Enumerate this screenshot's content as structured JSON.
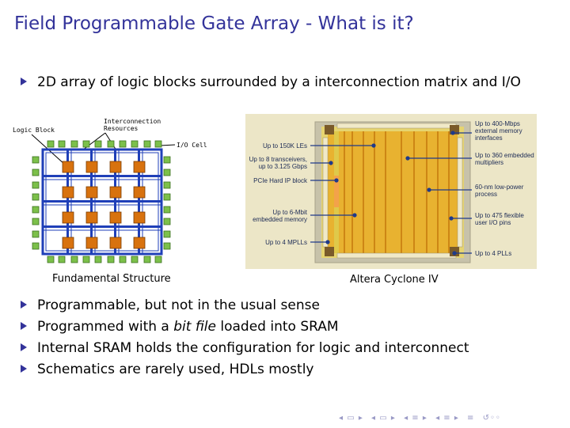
{
  "slide": {
    "title": "Field Programmable Gate Array - What is it?"
  },
  "intro_bullet": "2D array of logic blocks surrounded by a interconnection matrix and I/O",
  "figure_left": {
    "labels": {
      "logic_block": "Logic Block",
      "interconnection_line1": "Interconnection",
      "interconnection_line2": "Resources",
      "io_cell": "I/O Cell"
    },
    "caption": "Fundamental Structure",
    "colors": {
      "logic_block": "#d8720e",
      "io_cell": "#7cc04a",
      "interconnect": "#1f3fb8"
    }
  },
  "figure_right": {
    "callouts": {
      "les": "Up to 150K LEs",
      "transceivers_l1": "Up to 8 transceivers,",
      "transceivers_l2": "up to 3.125 Gbps",
      "pcie": "PCIe Hard IP block",
      "memory_l1": "Up to 6-Mbit",
      "memory_l2": "embedded memory",
      "mplls": "Up to 4 MPLLs",
      "ext_mem_l1": "Up to 400-Mbps",
      "ext_mem_l2": "external memory",
      "ext_mem_l3": "interfaces",
      "mult_l1": "Up to 360 embedded",
      "mult_l2": "multipliers",
      "process_l1": "60-nm low-power",
      "process_l2": "process",
      "io_l1": "Up to 475 flexible",
      "io_l2": "user I/O pins",
      "plls": "Up to 4 PLLs"
    },
    "caption": "Altera Cyclone IV"
  },
  "bullets": [
    {
      "text": "Programmable, but not in the usual sense"
    },
    {
      "before": "Programmed with a ",
      "em": "bit file",
      "after": " loaded into SRAM"
    },
    {
      "text": "Internal SRAM holds the configuration for logic and interconnect"
    },
    {
      "text": "Schematics are rarely used, HDLs mostly"
    }
  ],
  "colors": {
    "title": "#33339a",
    "bullet": "#33339a",
    "nav": "#9a9ac6"
  },
  "navigation": [
    "nav-first-icon",
    "nav-prev-icon",
    "nav-next-icon",
    "nav-search-icon"
  ]
}
